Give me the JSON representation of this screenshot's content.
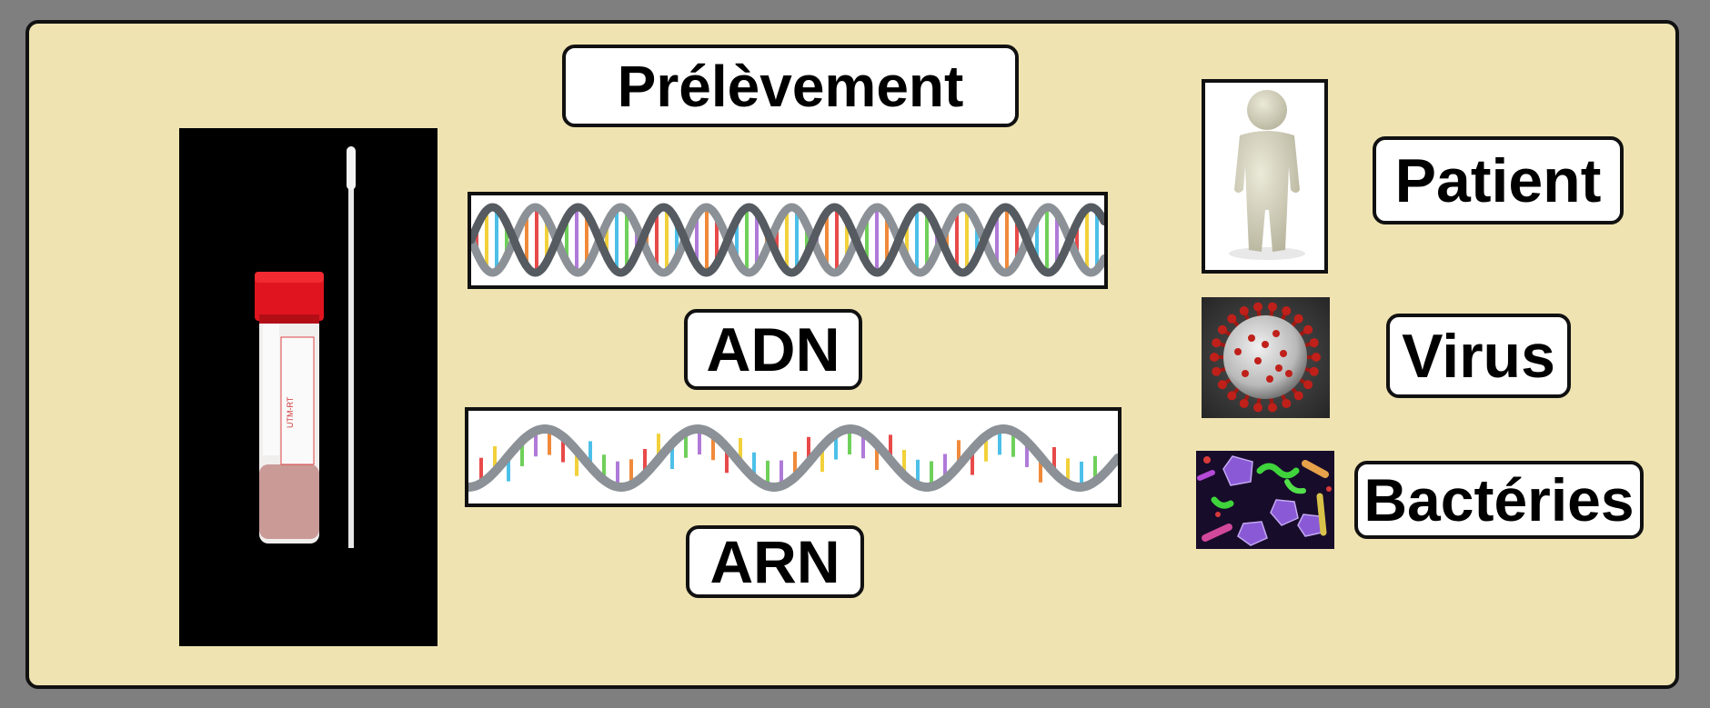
{
  "labels": {
    "prelevement": "Prélèvement",
    "adn": "ADN",
    "arn": "ARN",
    "patient": "Patient",
    "virus": "Virus",
    "bacteries": "Bactéries"
  },
  "tube_label_text": "UTM-RT",
  "colors": {
    "background": "#7f7f7f",
    "panel": "#efe3b1",
    "outline": "#111111",
    "helix_backbone": "#8b9196",
    "cap_red": "#e0141e",
    "virus_red": "#c0201a"
  },
  "icons": {
    "swab_kit": "specimen-tube-and-swab-icon",
    "dna": "dna-double-helix-icon",
    "rna": "rna-single-strand-icon",
    "patient": "human-figure-icon",
    "virus": "coronavirus-icon",
    "bacteria": "bacteria-cluster-icon"
  }
}
